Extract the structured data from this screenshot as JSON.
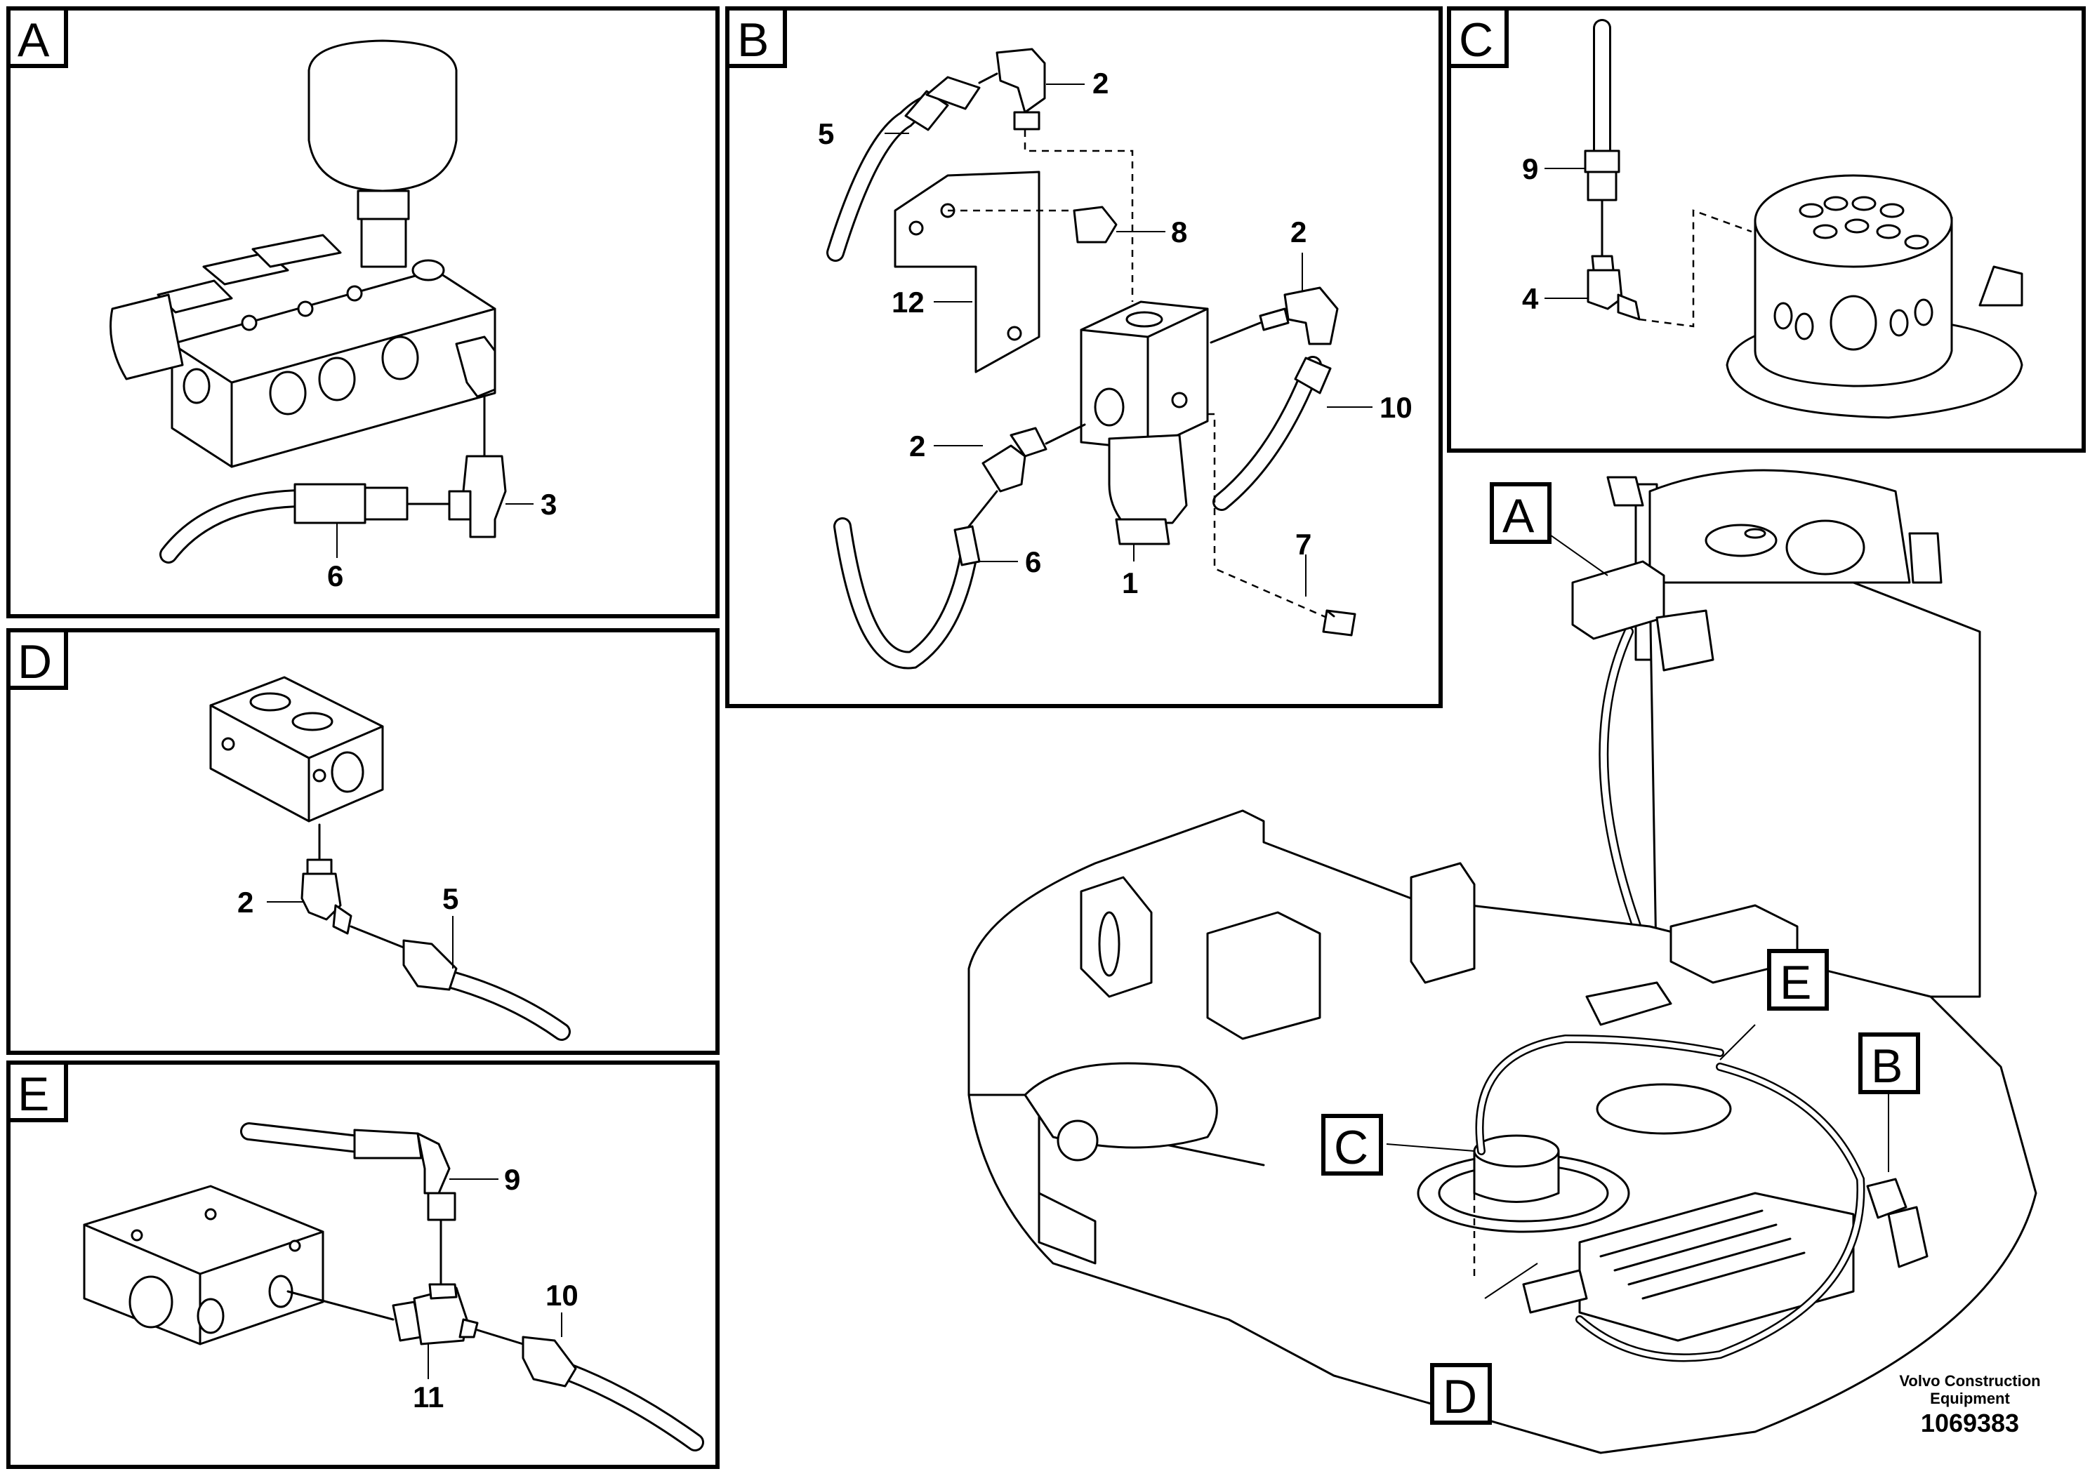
{
  "panels": [
    {
      "id": "A",
      "letter": "A",
      "callouts": [
        "3",
        "6"
      ]
    },
    {
      "id": "B",
      "letter": "B",
      "callouts": [
        "2",
        "5",
        "8",
        "12",
        "2",
        "10",
        "2",
        "1",
        "6",
        "7"
      ]
    },
    {
      "id": "C",
      "letter": "C",
      "callouts": [
        "9",
        "4"
      ]
    },
    {
      "id": "D",
      "letter": "D",
      "callouts": [
        "2",
        "5"
      ]
    },
    {
      "id": "E",
      "letter": "E",
      "callouts": [
        "9",
        "11",
        "10"
      ]
    }
  ],
  "overview_tags": [
    "A",
    "E",
    "B",
    "C",
    "D"
  ],
  "footer": {
    "brand_line1": "Volvo Construction",
    "brand_line2": "Equipment",
    "doc_number": "1069383"
  }
}
